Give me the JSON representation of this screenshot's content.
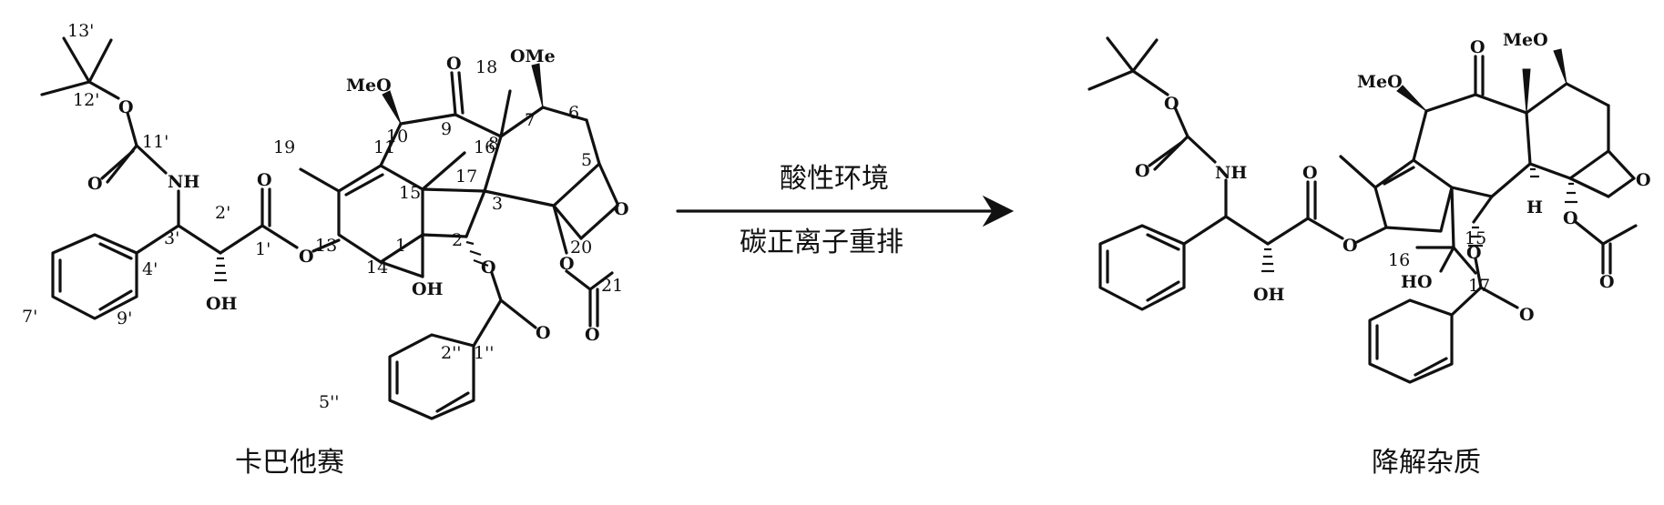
{
  "left_molecule": {
    "name": "卡巴他赛",
    "atoms": {
      "OMe_top": "OMe",
      "MeO_left": "MeO",
      "O9": "O",
      "NH": "NH",
      "OH_side": "OH",
      "OH_1": "OH",
      "O_ester": "O",
      "O_carb_a": "O",
      "O_carb_b": "O",
      "O_ester_b": "O",
      "O_oxetane": "O",
      "O_20": "O",
      "O_bz": "O",
      "O_bz2": "O",
      "O_ac": "O",
      "O_side_co": "O"
    },
    "numbers": [
      "13'",
      "12'",
      "11'",
      "3'",
      "2'",
      "1'",
      "4'",
      "7'",
      "9'",
      "19",
      "11",
      "10",
      "9",
      "16",
      "18",
      "8",
      "7",
      "6",
      "5",
      "17",
      "15",
      "3",
      "13",
      "14",
      "1",
      "2",
      "20",
      "21",
      "2''",
      "1''",
      "5''"
    ]
  },
  "reaction": {
    "condition_top": "酸性环境",
    "condition_bottom": "碳正离子重排"
  },
  "right_molecule": {
    "name": "降解杂质",
    "atoms": {
      "MeO_top": "MeO",
      "MeO_left": "MeO",
      "NH": "NH",
      "OH_side": "OH",
      "HO": "HO",
      "H": "H",
      "O_generic": "O"
    },
    "numbers": [
      "15",
      "16",
      "17"
    ]
  }
}
